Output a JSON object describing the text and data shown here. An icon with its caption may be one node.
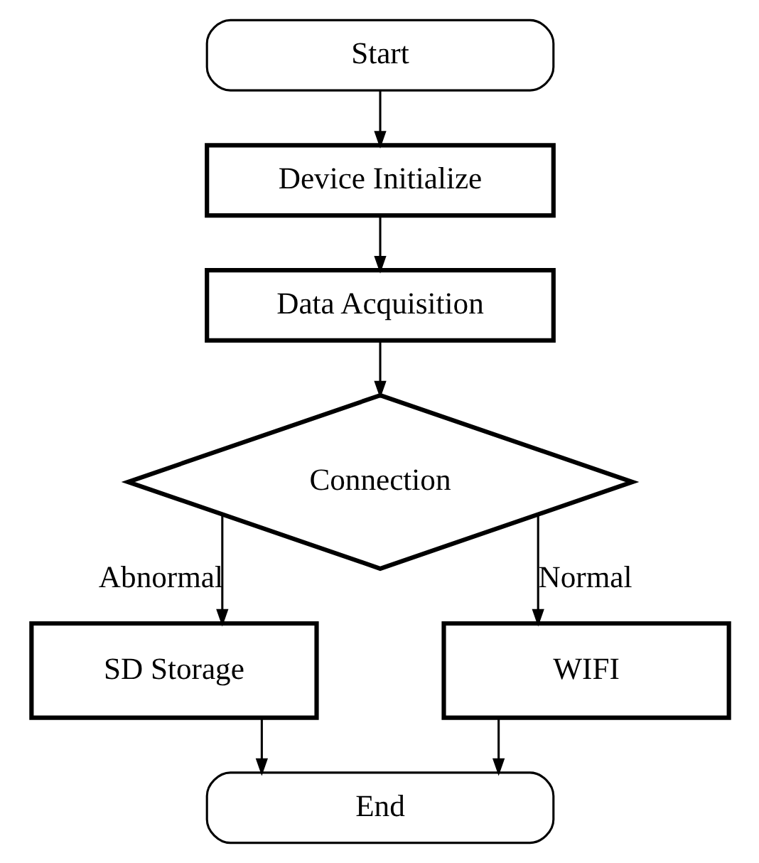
{
  "diagram": {
    "nodes": [
      {
        "text": [
          "Start"
        ]
      },
      {
        "text": [
          "Device Initialize"
        ]
      },
      {
        "text": [
          "Data Acquisition"
        ]
      },
      {
        "text": [
          "Connection"
        ]
      },
      {
        "text": [
          "SD Storage"
        ]
      },
      {
        "text": [
          "WIFI"
        ]
      },
      {
        "text": [
          "End"
        ]
      }
    ],
    "edges": [
      {
        "from": 0,
        "to": 1,
        "arrow": "to"
      },
      {
        "from": 1,
        "to": 2,
        "arrow": "to"
      },
      {
        "from": 2,
        "to": 3,
        "arrow": "to"
      },
      {
        "from": 3,
        "to": 4,
        "arrow": "to",
        "label": "Abnormal"
      },
      {
        "from": 3,
        "to": 5,
        "arrow": "to",
        "label": "Normal"
      },
      {
        "from": 4,
        "to": 6,
        "arrow": "to"
      },
      {
        "from": 5,
        "to": 6,
        "arrow": "to"
      }
    ]
  }
}
